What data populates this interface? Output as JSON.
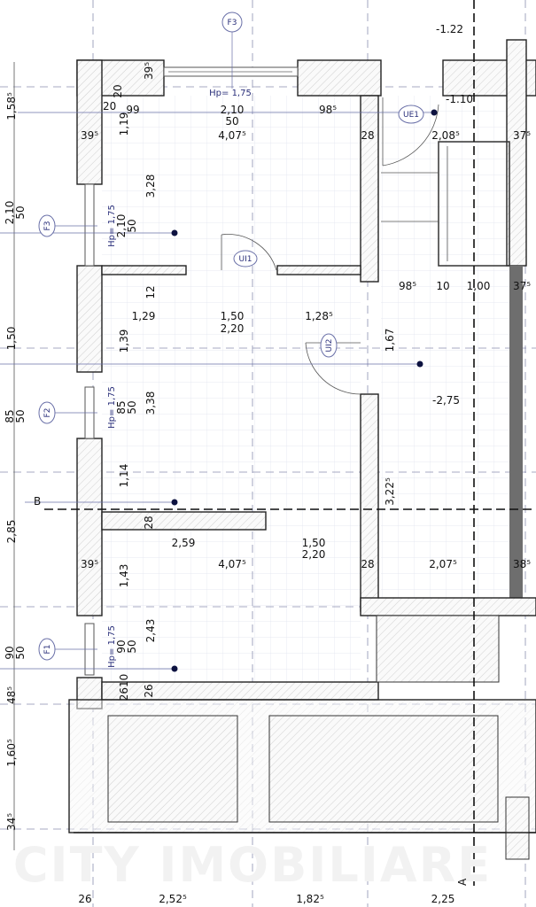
{
  "watermark": "CITY IMOBILIARE",
  "tags": {
    "f3_top": "F3",
    "f3_left": "F3",
    "f2": "F2",
    "f1": "F1",
    "ue1": "UE1",
    "ui1": "UI1",
    "ui2": "UI2"
  },
  "levels": {
    "l1": "-1.22",
    "l2": "-1.10",
    "l3": "-2,75"
  },
  "section_marks": {
    "b": "B",
    "a": "A"
  },
  "window_labels": {
    "top": "Hp= 1,75",
    "f3": [
      "Hp= 1,75",
      "2,10",
      "50"
    ],
    "f2": [
      "Hp= 1,75",
      "85",
      "50"
    ],
    "f1": [
      "Hp= 1,75",
      "90",
      "50"
    ]
  },
  "left_dims": [
    "1,58⁵",
    "2,10",
    "50",
    "1,50",
    "85",
    "50",
    "2,85",
    "90",
    "50",
    "48⁵",
    "1,60⁵",
    "34⁵"
  ],
  "room1": [
    "39⁵",
    "20",
    "20",
    "99",
    "2,10",
    "50",
    "4,07⁵",
    "98⁵",
    "39⁵",
    "1,19",
    "28",
    "2,08⁵",
    "37⁵",
    "3,28",
    "12"
  ],
  "room2": [
    "1,29",
    "1,50",
    "2,20",
    "1,28⁵",
    "98⁵",
    "10",
    "1,00",
    "37⁵",
    "1,39",
    "1,67",
    "3,38",
    "1,14",
    "3,22⁵"
  ],
  "room3": [
    "28",
    "2,59",
    "1,50",
    "2,20",
    "39⁵",
    "4,07⁵",
    "28",
    "2,07⁵",
    "38⁵",
    "1,43",
    "2,43",
    "2610",
    "26"
  ],
  "bottom_dims": [
    "26",
    "2,52⁵",
    "1,82⁵",
    "2,25"
  ]
}
